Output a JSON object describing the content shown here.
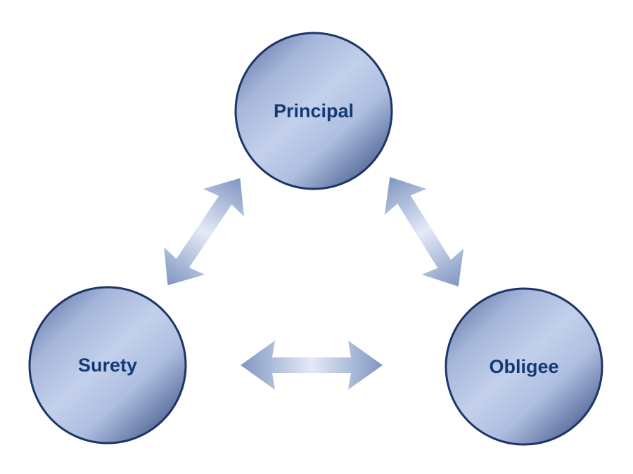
{
  "diagram": {
    "nodes": [
      {
        "id": "principal",
        "label": "Principal"
      },
      {
        "id": "surety",
        "label": "Surety"
      },
      {
        "id": "obligee",
        "label": "Obligee"
      }
    ],
    "connections": [
      {
        "from": "principal",
        "to": "surety",
        "direction": "bidirectional"
      },
      {
        "from": "principal",
        "to": "obligee",
        "direction": "bidirectional"
      },
      {
        "from": "surety",
        "to": "obligee",
        "direction": "bidirectional"
      }
    ]
  },
  "colors": {
    "circle_light": "#c3d0ec",
    "circle_mid": "#a7b7db",
    "circle_dark": "#4f6393",
    "circle_border": "#1c3566",
    "label_text": "#143a73",
    "arrow_dark": "#7f96c2",
    "arrow_light": "#e4eaf6",
    "background": "#ffffff"
  }
}
